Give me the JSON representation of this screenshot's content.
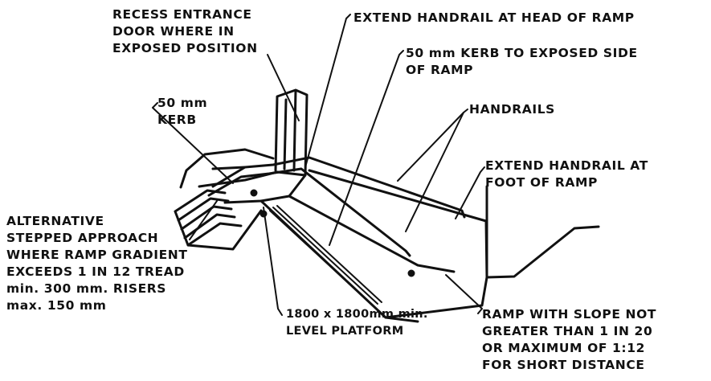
{
  "diagram": {
    "labels": {
      "recess_entrance": "RECESS ENTRANCE\nDOOR WHERE IN\nEXPOSED POSITION",
      "extend_head": "EXTEND HANDRAIL AT HEAD OF RAMP",
      "kerb_exposed": "50 mm KERB TO EXPOSED SIDE\nOF RAMP",
      "kerb_50": "50 mm\nKERB",
      "handrails": "HANDRAILS",
      "extend_foot": "EXTEND HANDRAIL AT\nFOOT OF RAMP",
      "alternative": "ALTERNATIVE\nSTEPPED APPROACH\nWHERE RAMP GRADIENT\nEXCEEDS 1 IN 12 TREAD\nmin. 300 mm. RISERS\nmax. 150 mm",
      "platform": "1800 x 1800mm min.\nLEVEL PLATFORM",
      "ramp_slope": "RAMP WITH SLOPE NOT\nGREATER THAN 1 IN 20\nOR MAXIMUM OF 1:12\nFOR SHORT DISTANCE"
    },
    "colors": {
      "ink": "#111111",
      "background": "#ffffff"
    }
  }
}
